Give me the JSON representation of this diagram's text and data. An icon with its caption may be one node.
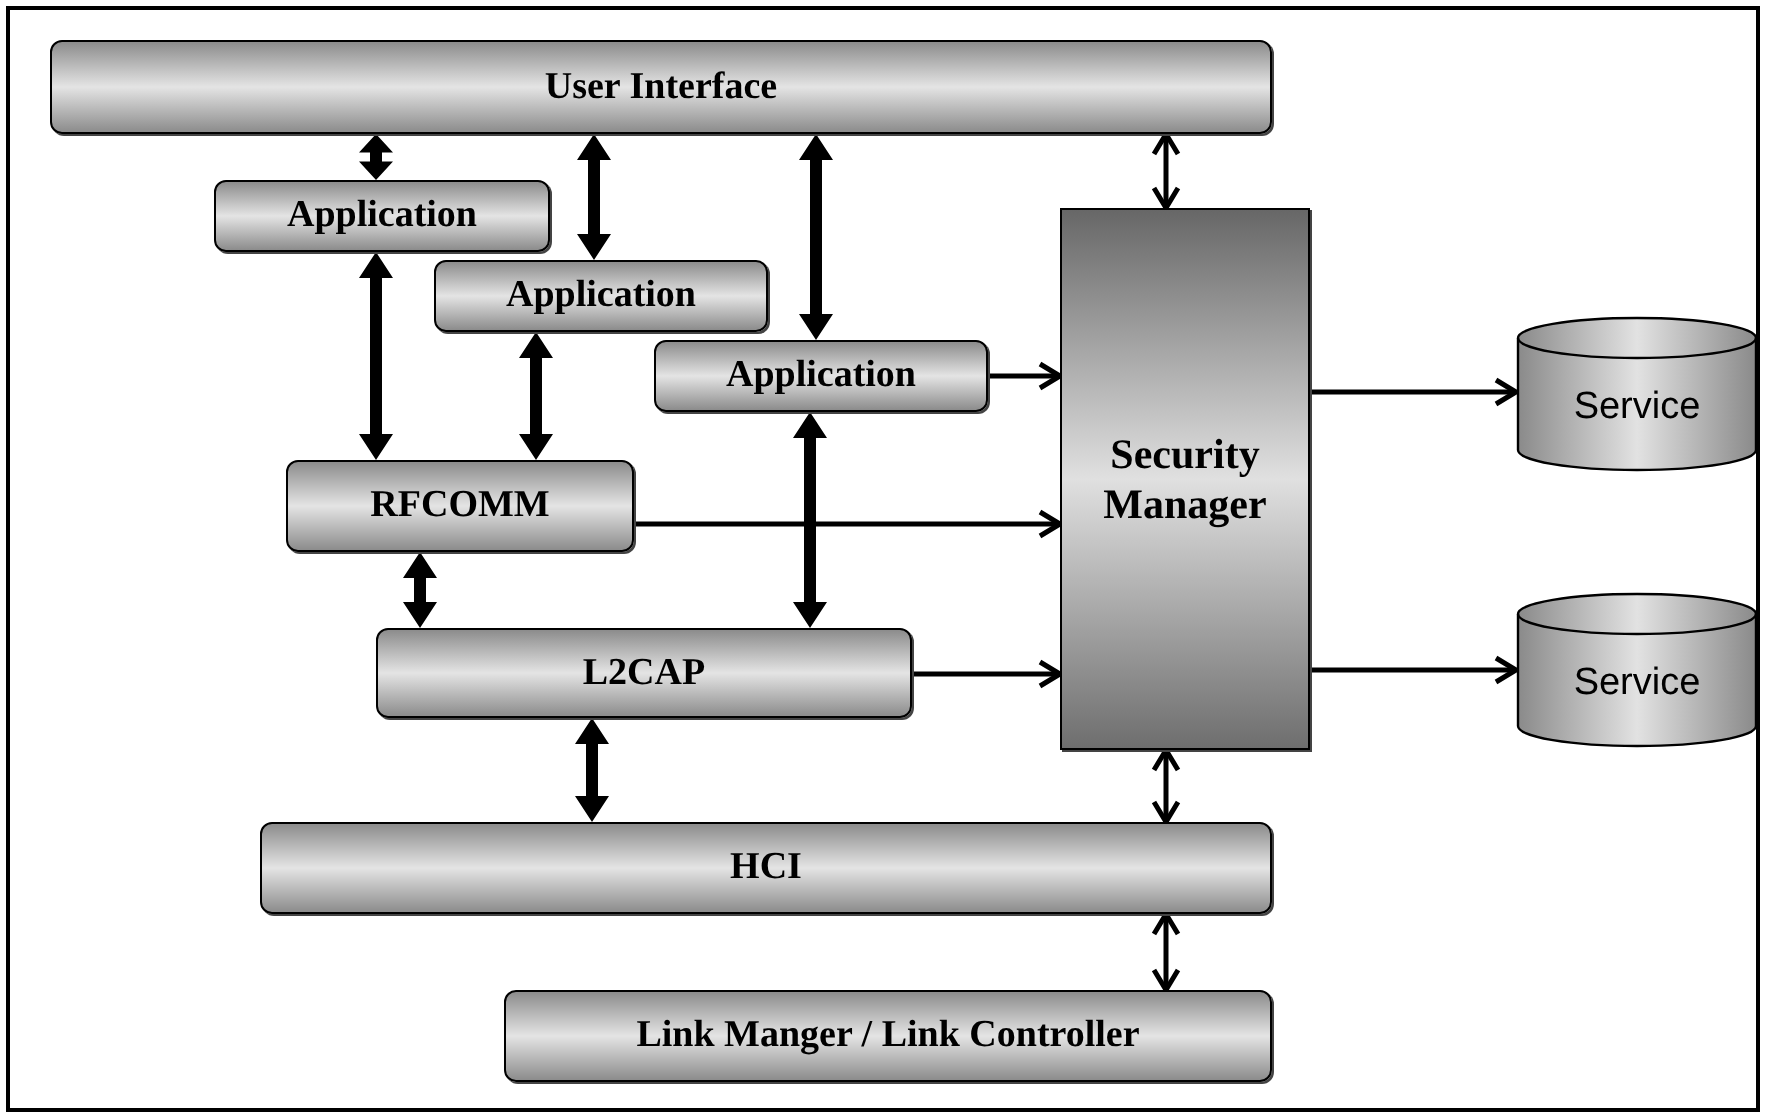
{
  "diagram": {
    "nodes": [
      {
        "text": [
          "User Interface"
        ]
      },
      {
        "text": [
          "Application"
        ]
      },
      {
        "text": [
          "Application"
        ]
      },
      {
        "text": [
          "Application"
        ]
      },
      {
        "text": [
          "Security Manager"
        ]
      },
      {
        "text": [
          "Service"
        ]
      },
      {
        "text": [
          "Service"
        ]
      },
      {
        "text": [
          "RFCOMM"
        ]
      },
      {
        "text": [
          "L2CAP"
        ]
      },
      {
        "text": [
          "HCI"
        ]
      },
      {
        "text": [
          "Link Manger / Link Controller"
        ]
      }
    ],
    "edges": [
      {
        "from": 0,
        "to": 1,
        "arrow": "both",
        "style": "thick"
      },
      {
        "from": 0,
        "to": 2,
        "arrow": "both",
        "style": "thick"
      },
      {
        "from": 0,
        "to": 3,
        "arrow": "both",
        "style": "thick"
      },
      {
        "from": 0,
        "to": 4,
        "arrow": "both"
      },
      {
        "from": 1,
        "to": 7,
        "arrow": "both",
        "style": "thick"
      },
      {
        "from": 2,
        "to": 7,
        "arrow": "both",
        "style": "thick"
      },
      {
        "from": 3,
        "to": 4,
        "arrow": "to"
      },
      {
        "from": 3,
        "to": 8,
        "arrow": "both",
        "style": "thick"
      },
      {
        "from": 7,
        "to": 4,
        "arrow": "to"
      },
      {
        "from": 7,
        "to": 8,
        "arrow": "both",
        "style": "thick"
      },
      {
        "from": 8,
        "to": 4,
        "arrow": "to"
      },
      {
        "from": 4,
        "to": 5,
        "arrow": "to"
      },
      {
        "from": 4,
        "to": 6,
        "arrow": "to"
      },
      {
        "from": 8,
        "to": 9,
        "arrow": "both",
        "style": "thick"
      },
      {
        "from": 4,
        "to": 9,
        "arrow": "both"
      },
      {
        "from": 9,
        "to": 10,
        "arrow": "both"
      }
    ]
  }
}
